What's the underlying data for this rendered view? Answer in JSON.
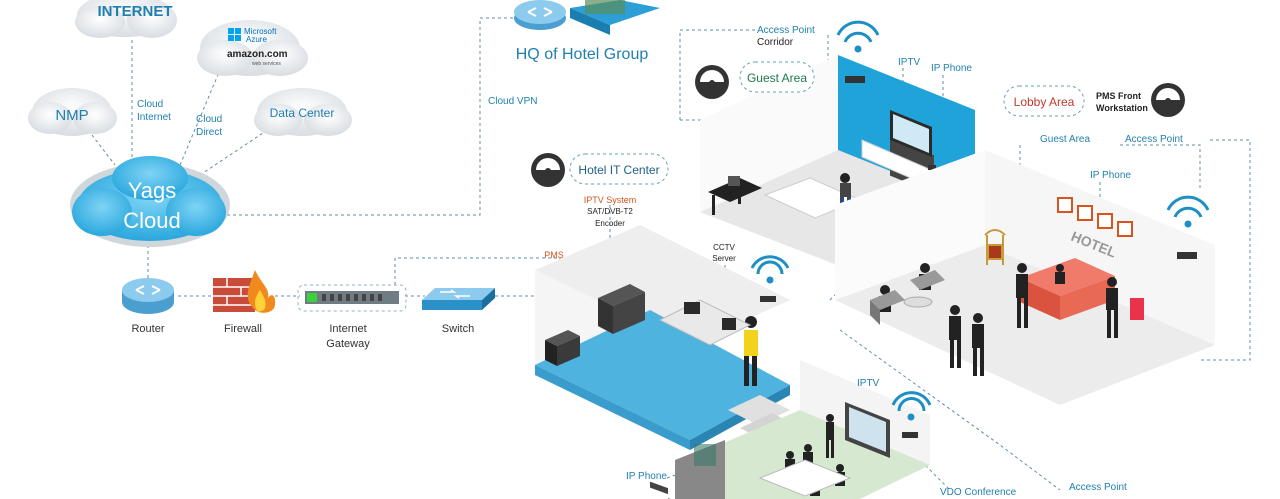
{
  "cloud": {
    "internet": "INTERNET",
    "nmp": "NMP",
    "yags_line1": "Yags",
    "yags_line2": "Cloud",
    "data_center": "Data Center",
    "microsoft": "Microsoft",
    "azure": "Azure",
    "amazon": "amazon.com",
    "amazon_sub": "web services",
    "cloud_internet_1": "Cloud",
    "cloud_internet_2": "Internet",
    "cloud_direct_1": "Cloud",
    "cloud_direct_2": "Direct",
    "cloud_vpn": "Cloud VPN"
  },
  "hq": {
    "title": "HQ of Hotel Group"
  },
  "network": {
    "router": "Router",
    "firewall": "Firewall",
    "gateway_1": "Internet",
    "gateway_2": "Gateway",
    "switch": "Switch"
  },
  "it_center": {
    "title": "Hotel IT Center",
    "iptv_system": "IPTV System",
    "sat": "SAT/DVB-T2",
    "encoder": "Encoder",
    "pms": "PMS",
    "cctv_1": "CCTV",
    "cctv_2": "Server"
  },
  "guest_room": {
    "title": "Guest Area",
    "access_point": "Access Point",
    "corridor": "Corridor",
    "iptv": "IPTV",
    "ip_phone": "IP Phone"
  },
  "lobby": {
    "title": "Lobby Area",
    "pms_front_1": "PMS Front",
    "pms_front_2": "Workstation",
    "guest_area": "Guest Area",
    "access_point": "Access Point",
    "ip_phone": "IP Phone",
    "hotel_sign": "HOTEL"
  },
  "conference": {
    "iptv": "IPTV",
    "ip_phone": "IP Phone",
    "vdo": "VDO Conference",
    "access_point": "Access Point"
  },
  "colors": {
    "accent_blue": "#1d8fc4",
    "label_blue": "#1f7fb0",
    "lobby_red": "#c0392b",
    "room_blue": "#1aa0d6"
  }
}
